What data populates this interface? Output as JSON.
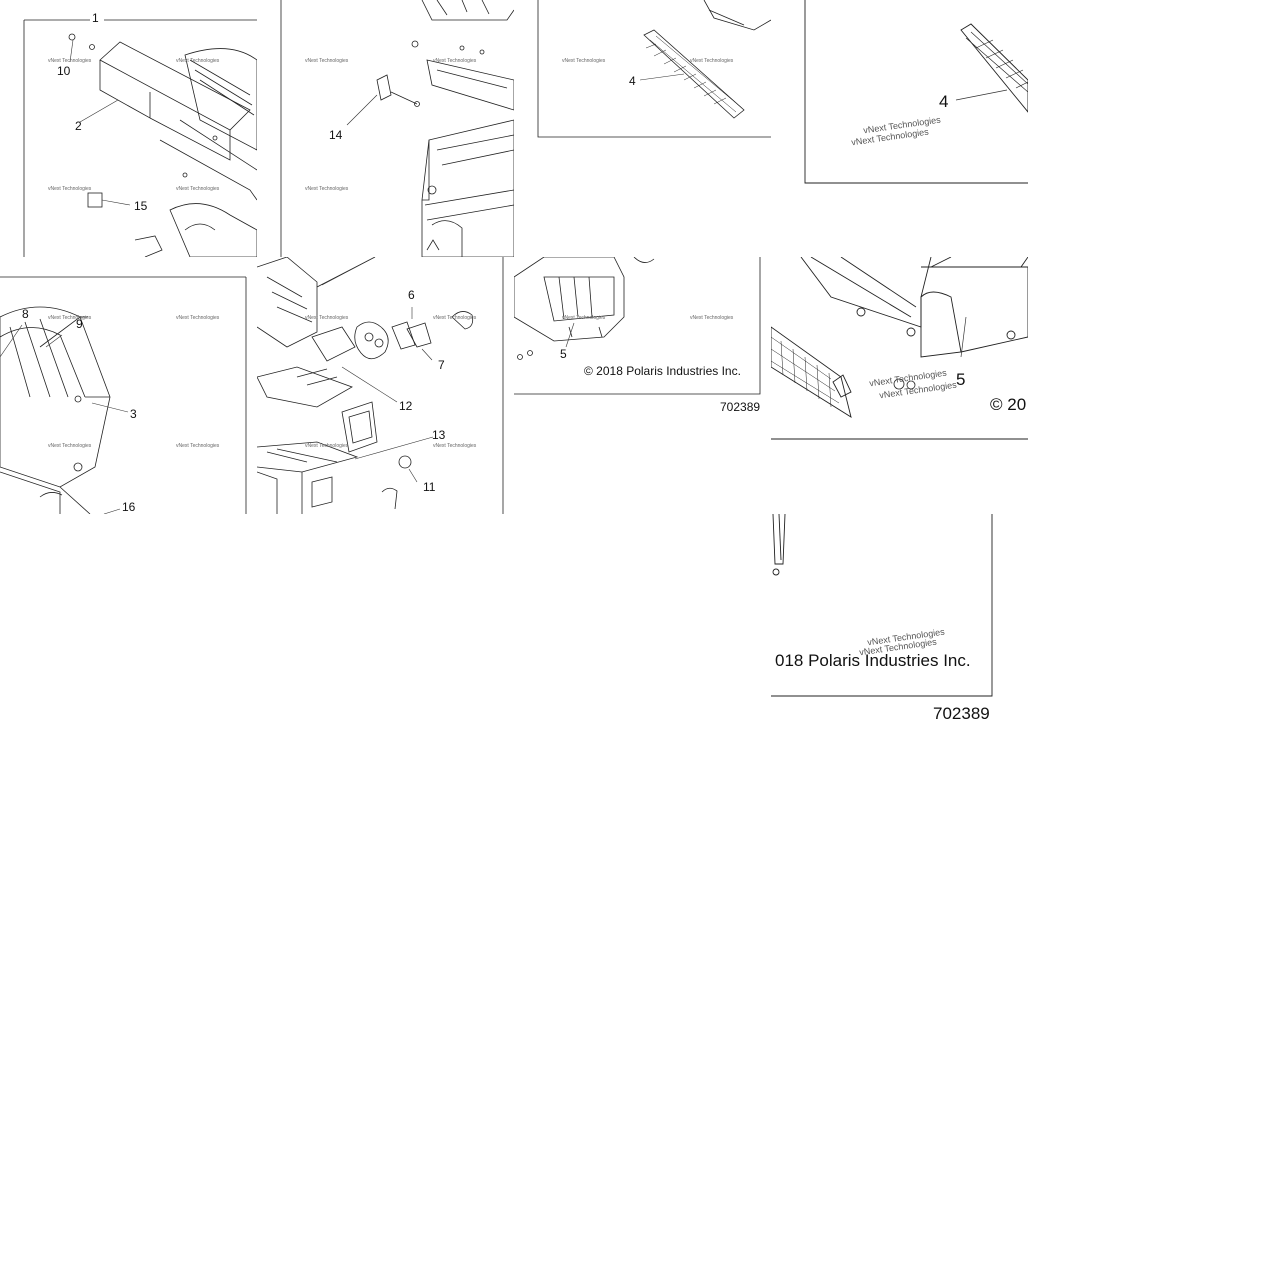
{
  "callouts": {
    "c1": "1",
    "c2": "2",
    "c3": "3",
    "c4": "4",
    "c5": "5",
    "c6": "6",
    "c7": "7",
    "c8": "8",
    "c9": "9",
    "c10": "10",
    "c11": "11",
    "c12": "12",
    "c13": "13",
    "c14": "14",
    "c15": "15",
    "c16": "16"
  },
  "watermark": "vNext Technologies",
  "copyright": "© 2018 Polaris Industries Inc.",
  "copyright_partial_left": "© 20",
  "copyright_partial_right": "018 Polaris Industries Inc.",
  "diagram_code": "702389"
}
